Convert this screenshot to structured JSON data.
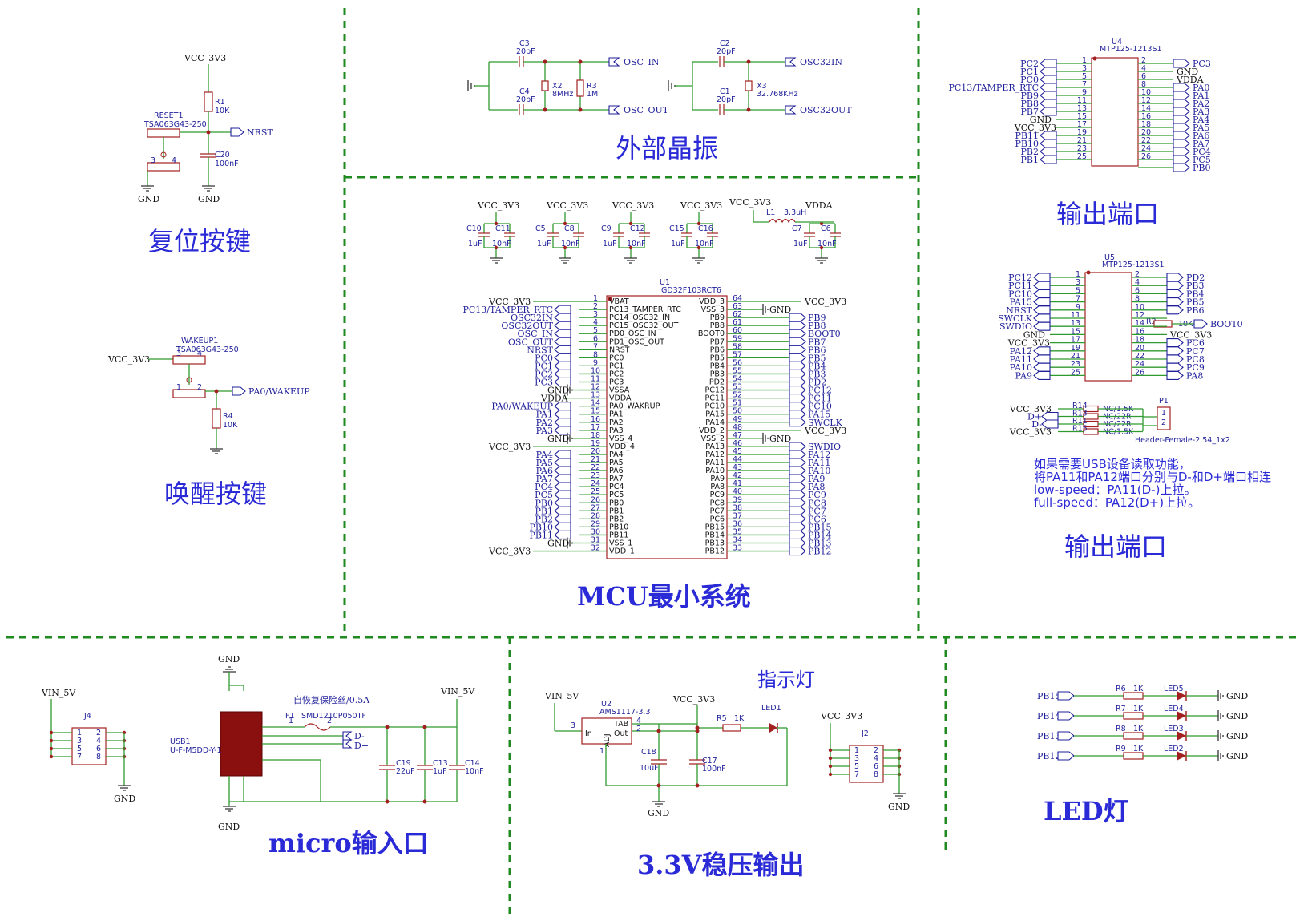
{
  "sections": {
    "reset": "复位按键",
    "wakeup": "唤醒按键",
    "osc": "外部晶振",
    "output1": "输出端口",
    "output2": "输出端口",
    "mcu": "MCU最小系统",
    "micro": "micro输入口",
    "reg": "3.3V稳压输出",
    "led": "LED灯",
    "indicator": "指示灯",
    "fuse_note": "自恢复保险丝/0.5A"
  },
  "usb_note": [
    "如果需要USB设备读取功能，",
    "将PA11和PA12端口分别与D-和D+端口相连",
    "low-speed：PA11(D-)上拉。",
    "full-speed：PA12(D+)上拉。"
  ],
  "nets": {
    "vcc": "VCC_3V3",
    "gnd": "GND",
    "vin": "VIN_5V",
    "vdda": "VDDA",
    "nrst": "NRST",
    "pa0": "PA0/WAKEUP",
    "osc_in": "OSC_IN",
    "osc_out": "OSC_OUT",
    "osc32in": "OSC32IN",
    "osc32out": "OSC32OUT",
    "boot0": "BOOT0",
    "dm": "D-",
    "dp": "D+"
  },
  "parts": {
    "r1": "R1",
    "r1v": "10K",
    "c20": "C20",
    "c20v": "100nF",
    "reset1": "RESET1",
    "reset1v": "TSA063G43-250",
    "wakeup1": "WAKEUP1",
    "wakeup1v": "TSA063G43-250",
    "r4": "R4",
    "r4v": "10K",
    "c3": "C3",
    "c3v": "20pF",
    "c4": "C4",
    "c4v": "20pF",
    "x2": "X2",
    "x2v": "8MHz",
    "r3": "R3",
    "r3v": "1M",
    "c2": "C2",
    "c2v": "20pF",
    "c1": "C1",
    "c1v": "20pF",
    "x3": "X3",
    "x3v": "32.768KHz",
    "u1": "U1",
    "u1v": "GD32F103RCT6",
    "u4": "U4",
    "u4v": "MTP125-1213S1",
    "u5": "U5",
    "u5v": "MTP125-1213S1",
    "r2": "R2",
    "r2v": "10K",
    "l1": "L1",
    "l1v": "3.3uH",
    "p1": "P1",
    "p1v": "Header-Female-2.54_1x2",
    "j4": "J4",
    "j2": "J2",
    "usb1": "USB1",
    "usb1v": "U-F-M5DD-Y-1",
    "f1": "F1",
    "f1v": "SMD1210P050TF",
    "c19": "C19",
    "c19v": "22uF",
    "c13": "C13",
    "c13v": "1uF",
    "c14": "C14",
    "c14v": "10nF",
    "u2": "U2",
    "u2v": "AMS1117-3.3",
    "c18": "C18",
    "c18v": "10uF",
    "c17": "C17",
    "c17v": "100nF",
    "r5": "R5",
    "r5v": "1K",
    "led1": "LED1",
    "in": "In",
    "out": "Out",
    "tab": "TAB",
    "adj": "ADJ"
  },
  "decaps": [
    {
      "a": "C10",
      "b": "C11"
    },
    {
      "a": "C5",
      "b": "C8"
    },
    {
      "a": "C9",
      "b": "C12"
    },
    {
      "a": "C15",
      "b": "C16"
    },
    {
      "a": "C7",
      "b": "C6"
    }
  ],
  "decap_values": {
    "big": "1uF",
    "small": "10nF"
  },
  "u1_left": [
    {
      "n": "1",
      "p": "VBAT",
      "net": "VCC_3V3"
    },
    {
      "n": "2",
      "p": "PC13_TAMPER_RTC",
      "net": "PC13/TAMPER_RTC"
    },
    {
      "n": "3",
      "p": "PC14_OSC32_IN",
      "net": "OSC32IN"
    },
    {
      "n": "4",
      "p": "PC15_OSC32_OUT",
      "net": "OSC32OUT"
    },
    {
      "n": "5",
      "p": "PD0_OSC_IN",
      "net": "OSC_IN"
    },
    {
      "n": "6",
      "p": "PD1_OSC_OUT",
      "net": "OSC_OUT"
    },
    {
      "n": "7",
      "p": "NRST",
      "net": "NRST"
    },
    {
      "n": "8",
      "p": "PC0",
      "net": "PC0"
    },
    {
      "n": "9",
      "p": "PC1",
      "net": "PC1"
    },
    {
      "n": "10",
      "p": "PC2",
      "net": "PC2"
    },
    {
      "n": "11",
      "p": "PC3",
      "net": "PC3"
    },
    {
      "n": "12",
      "p": "VSSA",
      "net": "GND"
    },
    {
      "n": "13",
      "p": "VDDA",
      "net": "VDDA"
    },
    {
      "n": "14",
      "p": "PA0_WAKRUP",
      "net": "PA0/WAKEUP"
    },
    {
      "n": "15",
      "p": "PA1",
      "net": "PA1"
    },
    {
      "n": "16",
      "p": "PA2",
      "net": "PA2"
    },
    {
      "n": "17",
      "p": "PA3",
      "net": "PA3"
    },
    {
      "n": "18",
      "p": "VSS_4",
      "net": "GND"
    },
    {
      "n": "19",
      "p": "VDD_4",
      "net": "VCC_3V3"
    },
    {
      "n": "20",
      "p": "PA4",
      "net": "PA4"
    },
    {
      "n": "21",
      "p": "PA5",
      "net": "PA5"
    },
    {
      "n": "22",
      "p": "PA6",
      "net": "PA6"
    },
    {
      "n": "23",
      "p": "PA7",
      "net": "PA7"
    },
    {
      "n": "24",
      "p": "PC4",
      "net": "PC4"
    },
    {
      "n": "25",
      "p": "PC5",
      "net": "PC5"
    },
    {
      "n": "26",
      "p": "PB0",
      "net": "PB0"
    },
    {
      "n": "27",
      "p": "PB1",
      "net": "PB1"
    },
    {
      "n": "28",
      "p": "PB2",
      "net": "PB2"
    },
    {
      "n": "29",
      "p": "PB10",
      "net": "PB10"
    },
    {
      "n": "30",
      "p": "PB11",
      "net": "PB11"
    },
    {
      "n": "31",
      "p": "VSS_1",
      "net": "GND"
    },
    {
      "n": "32",
      "p": "VDD_1",
      "net": "VCC_3V3"
    }
  ],
  "u1_right": [
    {
      "n": "64",
      "p": "VDD_3",
      "net": "VCC_3V3"
    },
    {
      "n": "63",
      "p": "VSS_3",
      "net": "GND"
    },
    {
      "n": "62",
      "p": "PB9",
      "net": "PB9"
    },
    {
      "n": "61",
      "p": "PB8",
      "net": "PB8"
    },
    {
      "n": "60",
      "p": "BOOT0",
      "net": "BOOT0"
    },
    {
      "n": "59",
      "p": "PB7",
      "net": "PB7"
    },
    {
      "n": "58",
      "p": "PB6",
      "net": "PB6"
    },
    {
      "n": "57",
      "p": "PB5",
      "net": "PB5"
    },
    {
      "n": "56",
      "p": "PB4",
      "net": "PB4"
    },
    {
      "n": "55",
      "p": "PB3",
      "net": "PB3"
    },
    {
      "n": "54",
      "p": "PD2",
      "net": "PD2"
    },
    {
      "n": "53",
      "p": "PC12",
      "net": "PC12"
    },
    {
      "n": "52",
      "p": "PC11",
      "net": "PC11"
    },
    {
      "n": "51",
      "p": "PC10",
      "net": "PC10"
    },
    {
      "n": "50",
      "p": "PA15",
      "net": "PA15"
    },
    {
      "n": "49",
      "p": "PA14",
      "net": "SWCLK"
    },
    {
      "n": "48",
      "p": "VDD_2",
      "net": "VCC_3V3"
    },
    {
      "n": "47",
      "p": "VSS_2",
      "net": "GND"
    },
    {
      "n": "46",
      "p": "PA13",
      "net": "SWDIO"
    },
    {
      "n": "45",
      "p": "PA12",
      "net": "PA12"
    },
    {
      "n": "44",
      "p": "PA11",
      "net": "PA11"
    },
    {
      "n": "43",
      "p": "PA10",
      "net": "PA10"
    },
    {
      "n": "42",
      "p": "PA9",
      "net": "PA9"
    },
    {
      "n": "41",
      "p": "PA8",
      "net": "PA8"
    },
    {
      "n": "40",
      "p": "PC9",
      "net": "PC9"
    },
    {
      "n": "39",
      "p": "PC8",
      "net": "PC8"
    },
    {
      "n": "38",
      "p": "PC7",
      "net": "PC7"
    },
    {
      "n": "37",
      "p": "PC6",
      "net": "PC6"
    },
    {
      "n": "36",
      "p": "PB15",
      "net": "PB15"
    },
    {
      "n": "35",
      "p": "PB14",
      "net": "PB14"
    },
    {
      "n": "34",
      "p": "PB13",
      "net": "PB13"
    },
    {
      "n": "33",
      "p": "PB12",
      "net": "PB12"
    }
  ],
  "u4_left": [
    {
      "n": "1",
      "net": "PC2"
    },
    {
      "n": "3",
      "net": "PC1"
    },
    {
      "n": "5",
      "net": "PC0"
    },
    {
      "n": "7",
      "net": "PC13/TAMPER_RTC"
    },
    {
      "n": "9",
      "net": "PB9"
    },
    {
      "n": "11",
      "net": "PB8"
    },
    {
      "n": "13",
      "net": "PB7"
    },
    {
      "n": "15",
      "net": "GND"
    },
    {
      "n": "17",
      "net": "VCC_3V3"
    },
    {
      "n": "19",
      "net": "PB11"
    },
    {
      "n": "21",
      "net": "PB10"
    },
    {
      "n": "23",
      "net": "PB2"
    },
    {
      "n": "25",
      "net": "PB1"
    }
  ],
  "u4_right": [
    {
      "n": "2",
      "net": "PC3"
    },
    {
      "n": "4",
      "net": "GND"
    },
    {
      "n": "6",
      "net": "VDDA"
    },
    {
      "n": "8",
      "net": "PA0"
    },
    {
      "n": "10",
      "net": "PA1"
    },
    {
      "n": "12",
      "net": "PA2"
    },
    {
      "n": "14",
      "net": "PA3"
    },
    {
      "n": "16",
      "net": "PA4"
    },
    {
      "n": "18",
      "net": "PA5"
    },
    {
      "n": "20",
      "net": "PA6"
    },
    {
      "n": "22",
      "net": "PA7"
    },
    {
      "n": "24",
      "net": "PC4"
    },
    {
      "n": "26",
      "net": "PC5"
    },
    {
      "n": "",
      "net": "PB0"
    }
  ],
  "u5_left": [
    {
      "n": "1",
      "net": "PC12"
    },
    {
      "n": "3",
      "net": "PC11"
    },
    {
      "n": "5",
      "net": "PC10"
    },
    {
      "n": "7",
      "net": "PA15"
    },
    {
      "n": "9",
      "net": "NRST"
    },
    {
      "n": "11",
      "net": "SWCLK"
    },
    {
      "n": "13",
      "net": "SWDIO"
    },
    {
      "n": "15",
      "net": "GND"
    },
    {
      "n": "17",
      "net": "VCC_3V3"
    },
    {
      "n": "19",
      "net": "PA12"
    },
    {
      "n": "21",
      "net": "PA11"
    },
    {
      "n": "23",
      "net": "PA10"
    },
    {
      "n": "25",
      "net": "PA9"
    }
  ],
  "u5_right": [
    {
      "n": "2",
      "net": "PD2"
    },
    {
      "n": "4",
      "net": "PB3"
    },
    {
      "n": "6",
      "net": "PB4"
    },
    {
      "n": "8",
      "net": "PB5"
    },
    {
      "n": "10",
      "net": "PB6"
    },
    {
      "n": "12",
      "net": ""
    },
    {
      "n": "14",
      "net": ""
    },
    {
      "n": "16",
      "net": "VCC_3V3"
    },
    {
      "n": "18",
      "net": "PC6"
    },
    {
      "n": "20",
      "net": "PC7"
    },
    {
      "n": "22",
      "net": "PC8"
    },
    {
      "n": "24",
      "net": "PC9"
    },
    {
      "n": "26",
      "net": "PA8"
    }
  ],
  "usb_r": [
    {
      "r": "R14",
      "v": "NC/1.5K",
      "net": "VCC_3V3"
    },
    {
      "r": "R13",
      "v": "NC/22R",
      "net": "D+"
    },
    {
      "r": "R11",
      "v": "NC/22R",
      "net": "D-"
    },
    {
      "r": "R15",
      "v": "NC/1.5K",
      "net": "VCC_3V3"
    }
  ],
  "leds": [
    {
      "net": "PB15",
      "r": "R6",
      "rv": "1K",
      "led": "LED5"
    },
    {
      "net": "PB14",
      "r": "R7",
      "rv": "1K",
      "led": "LED4"
    },
    {
      "net": "PB13",
      "r": "R8",
      "rv": "1K",
      "led": "LED3"
    },
    {
      "net": "PB12",
      "r": "R9",
      "rv": "1K",
      "led": "LED2"
    }
  ],
  "header_pins": [
    "1",
    "2",
    "3",
    "4",
    "5",
    "6",
    "7",
    "8"
  ]
}
